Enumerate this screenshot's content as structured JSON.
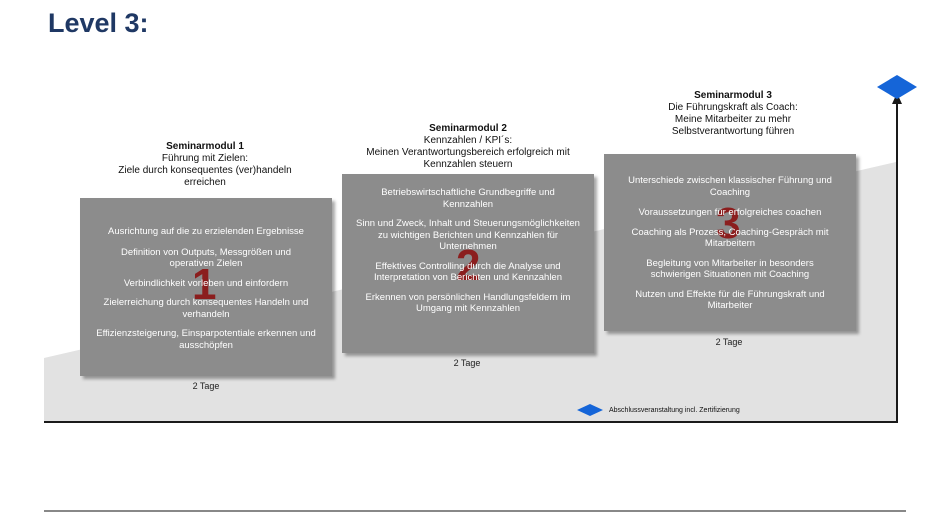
{
  "title": "Level 3:",
  "modules": [
    {
      "name": "Seminarmodul 1",
      "subtitle": [
        "Führung mit Zielen:",
        "Ziele durch konsequentes (ver)handeln",
        "erreichen"
      ],
      "number": "1",
      "items": [
        "Ausrichtung auf die zu erzielenden Ergebnisse",
        "Definition von Outputs, Messgrößen und operativen Zielen",
        "Verbindlichkeit vorleben und einfordern",
        "Zielerreichung durch konsequentes Handeln und verhandeln",
        "Effizienzsteigerung, Einsparpotentiale erkennen und ausschöpfen"
      ],
      "duration": "2 Tage"
    },
    {
      "name": "Seminarmodul 2",
      "subtitle": [
        "Kennzahlen / KPI´s:",
        "Meinen Verantwortungsbereich erfolgreich mit",
        "Kennzahlen steuern"
      ],
      "number": "2",
      "items": [
        "Betriebswirtschaftliche Grundbegriffe und Kennzahlen",
        "Sinn und Zweck, Inhalt und Steuerungsmöglichkeiten zu wichtigen Berichten und Kennzahlen für Unternehmen",
        "Effektives Controlling durch die Analyse und Interpretation von Berichten und Kennzahlen",
        "Erkennen von persönlichen Handlungsfeldern im Umgang mit Kennzahlen"
      ],
      "duration": "2 Tage"
    },
    {
      "name": "Seminarmodul 3",
      "subtitle": [
        "Die Führungskraft als Coach:",
        "Meine Mitarbeiter zu mehr",
        "Selbstverantwortung führen"
      ],
      "number": "3",
      "items": [
        "Unterschiede zwischen klassischer Führung und Coaching",
        "Voraussetzungen für erfolgreiches coachen",
        "Coaching als Prozess, Coaching-Gespräch mit Mitarbeitern",
        "Begleitung von Mitarbeiter in besonders schwierigen Situationen mit Coaching",
        "Nutzen und Effekte für die Führungskraft und Mitarbeiter"
      ],
      "duration": "2 Tage"
    }
  ],
  "legend": {
    "text": "Abschlussveranstaltung incl. Zertifizierung"
  },
  "colors": {
    "title": "#1f3864",
    "box": "#8c8c8c",
    "number": "#8b1e1e",
    "diamond": "#1565d8",
    "ramp": "#e2e2e2"
  }
}
